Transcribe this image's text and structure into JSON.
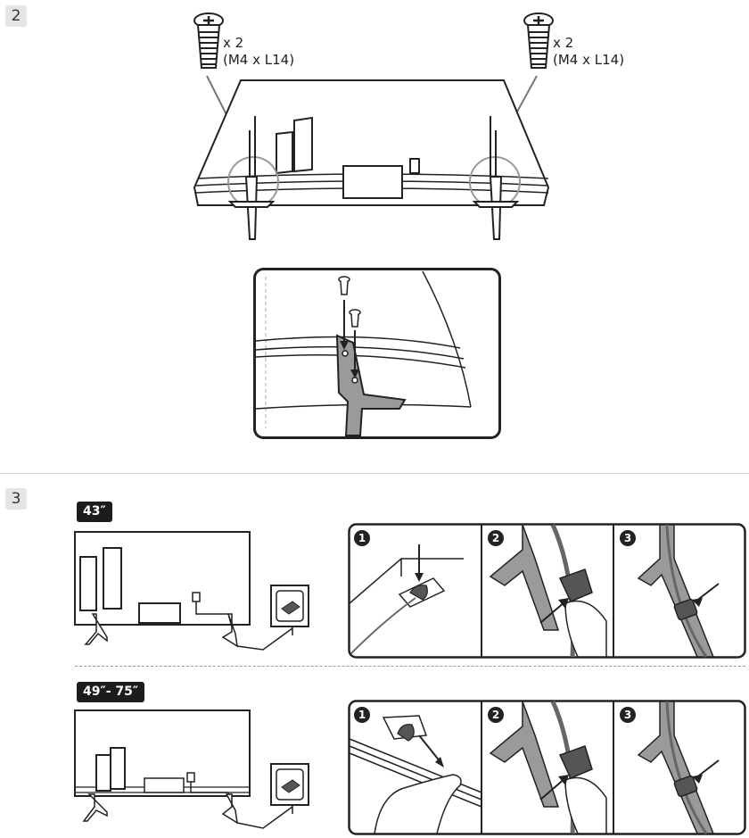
{
  "steps": [
    {
      "number": "2"
    },
    {
      "number": "3"
    }
  ],
  "screw_callouts": [
    {
      "qty": "x 2",
      "spec": "(M4 x L14)"
    },
    {
      "qty": "x 2",
      "spec": "(M4 x L14)"
    }
  ],
  "size_groups": [
    {
      "label": "43″",
      "panels": [
        "1",
        "2",
        "3"
      ]
    },
    {
      "label": "49″- 75″",
      "panels": [
        "1",
        "2",
        "3"
      ]
    }
  ],
  "colors": {
    "line": "#222222",
    "badge_bg": "#1c1c1c",
    "step_bg": "#e5e5e5",
    "stand_gray": "#9a9a9a",
    "clip_gray": "#555555"
  },
  "icons": [
    "screw-icon",
    "power-outlet-icon",
    "cable-clip-icon",
    "hand-icon",
    "arrow-icon"
  ]
}
